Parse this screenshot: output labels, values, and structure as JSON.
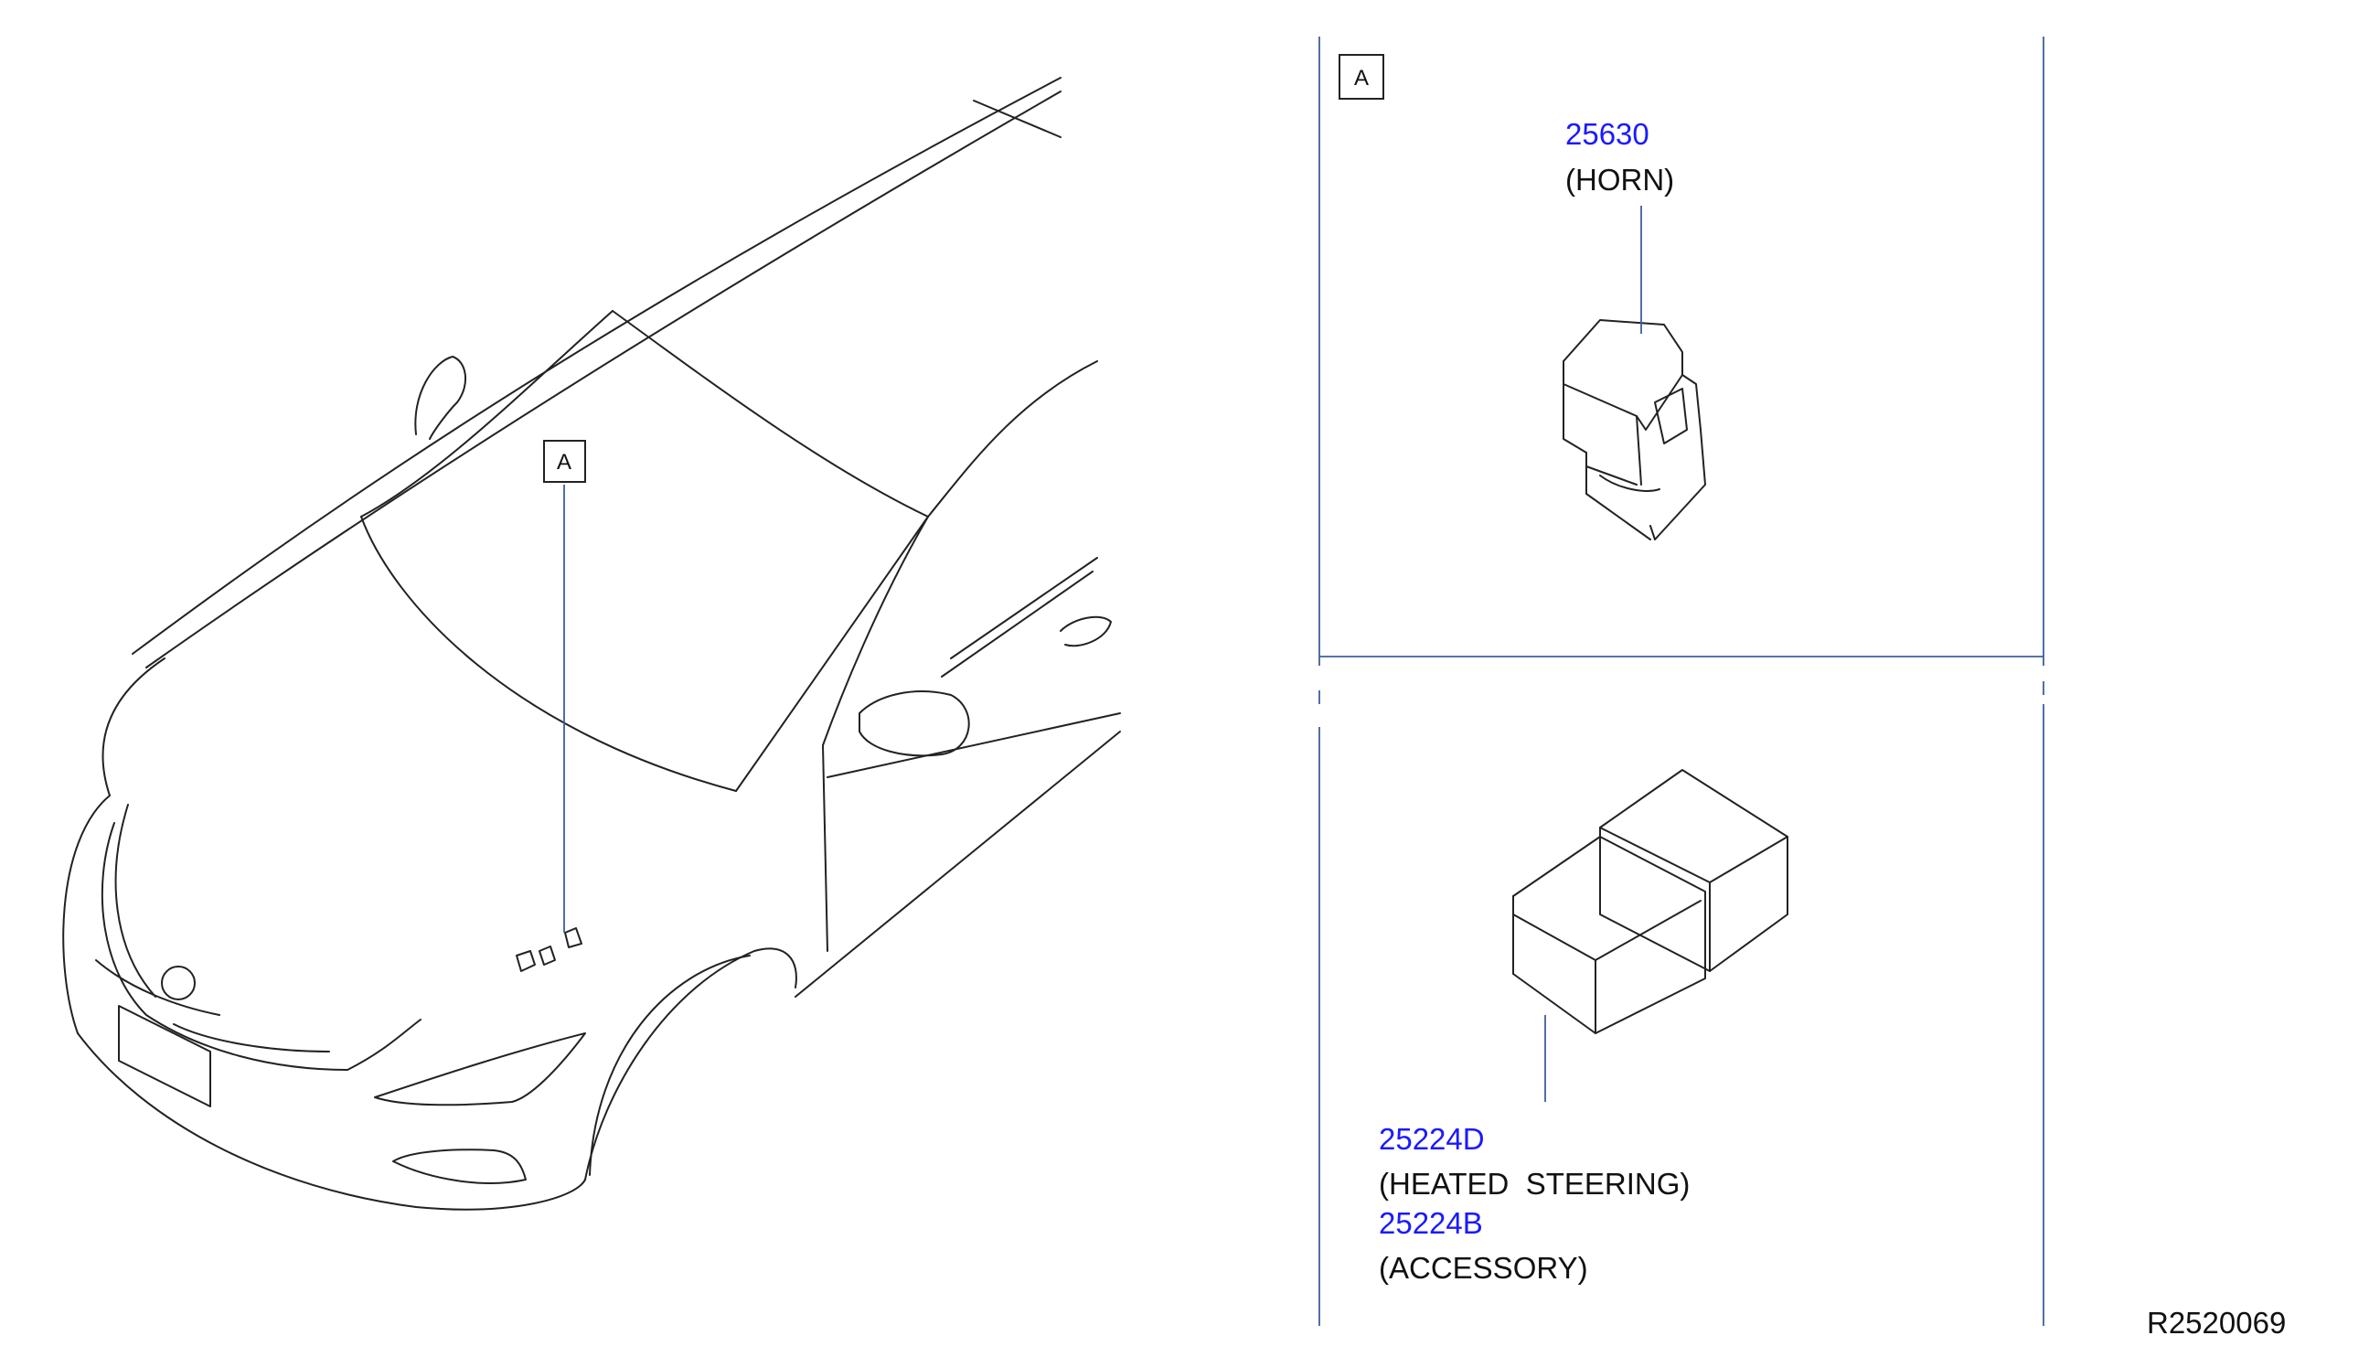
{
  "colors": {
    "part_number": "#1a1aff",
    "line": "#222222",
    "leader": "#3d5f9c"
  },
  "car_view": {
    "ref_label": "A"
  },
  "detail_panel": {
    "ref_label": "A",
    "parts": [
      {
        "number": "25630",
        "description": "(HORN)"
      },
      {
        "number": "25224D",
        "description": "(HEATED  STEERING)"
      },
      {
        "number": "25224B",
        "description": "(ACCESSORY)"
      }
    ]
  },
  "drawing_code": "R2520069"
}
